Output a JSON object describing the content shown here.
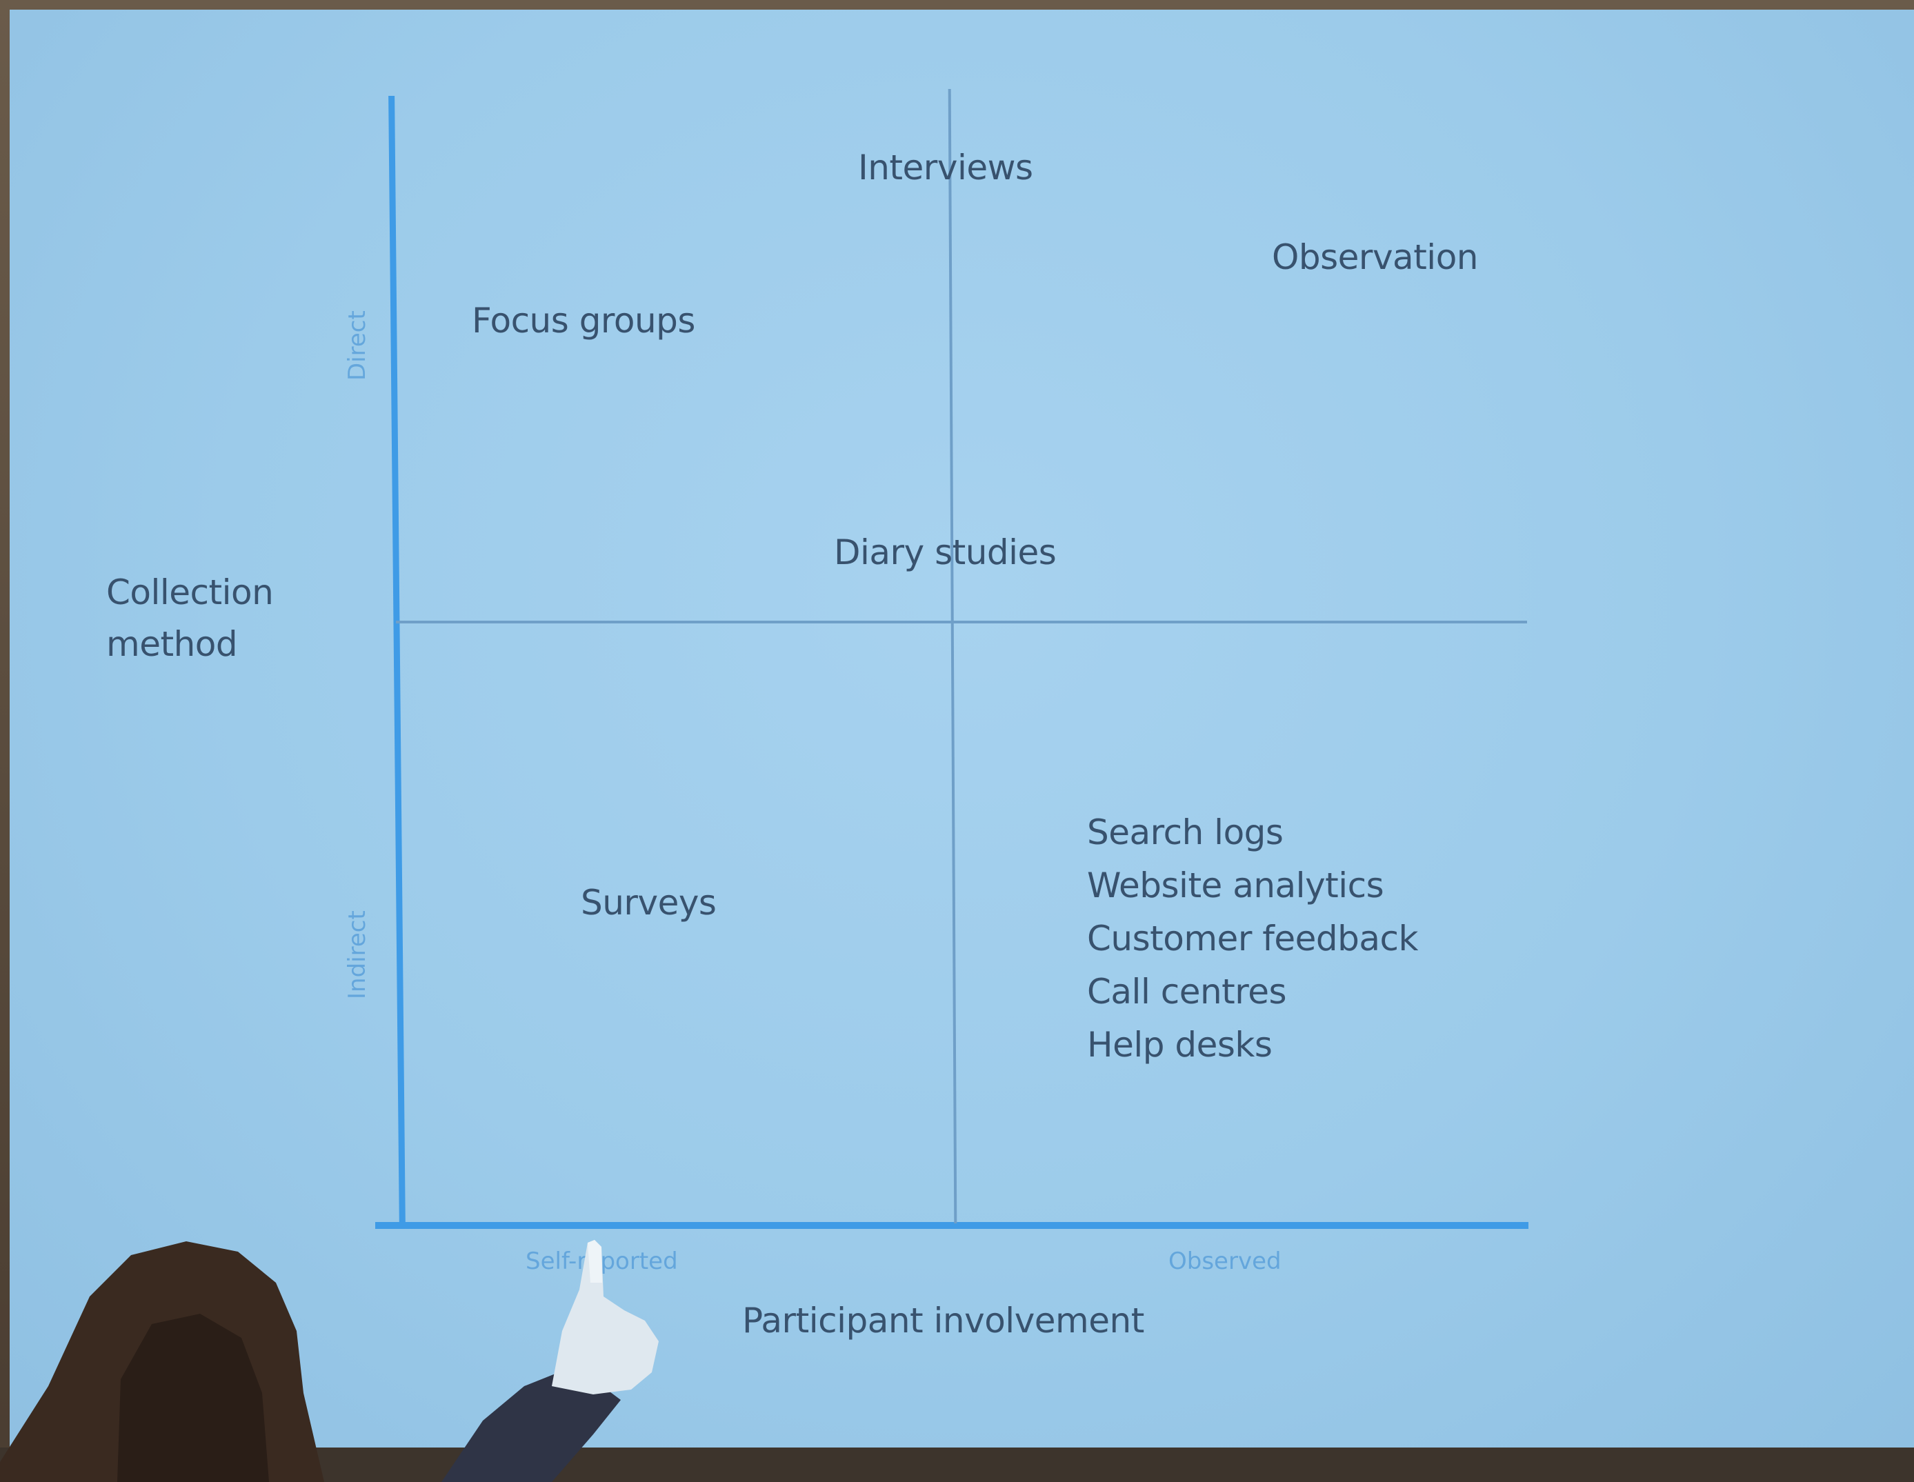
{
  "diagram": {
    "y_axis_title": "Collection method",
    "x_axis_title": "Participant involvement",
    "y_ticks": [
      "Direct",
      "Indirect"
    ],
    "x_ticks": [
      "Self-reported",
      "Observed"
    ],
    "items": {
      "interviews": "Interviews",
      "observation": "Observation",
      "focus_groups": "Focus groups",
      "diary_studies": "Diary studies",
      "surveys": "Surveys",
      "indirect_observed": [
        "Search logs",
        "Website analytics",
        "Customer feedback",
        "Call centres",
        "Help desks"
      ]
    },
    "colors": {
      "screen": "#9ccbea",
      "axis": "#3f9be6",
      "text": "#38526e"
    }
  }
}
